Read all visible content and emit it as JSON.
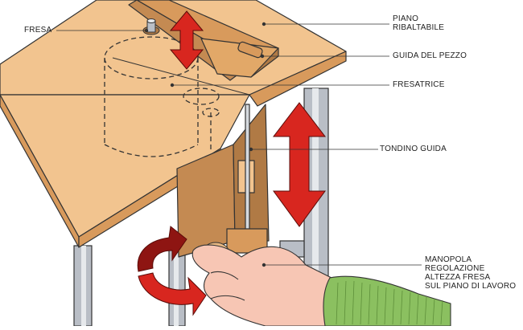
{
  "labels": {
    "fresa": "FRESA",
    "piano": [
      "PIANO",
      "RIBALTABILE"
    ],
    "guida_pezzo": "GUIDA DEL PEZZO",
    "fresatrice": "FRESATRICE",
    "tondino_guida": "TONDINO GUIDA",
    "manopola": [
      "MANOPOLA",
      "REGOLAZIONE",
      "ALTEZZA FRESA",
      "SUL PIANO DI LAVORO"
    ]
  },
  "colors": {
    "wood_top": "#f2c48f",
    "wood_edge": "#d89a5c",
    "wood_dark": "#b07a45",
    "guide": "#c48a52",
    "metal": "#b9bec6",
    "arrow_red": "#d8261f",
    "arrow_dark": "#8e1512",
    "skin": "#f7c6b4",
    "sleeve": "#8bc060"
  }
}
